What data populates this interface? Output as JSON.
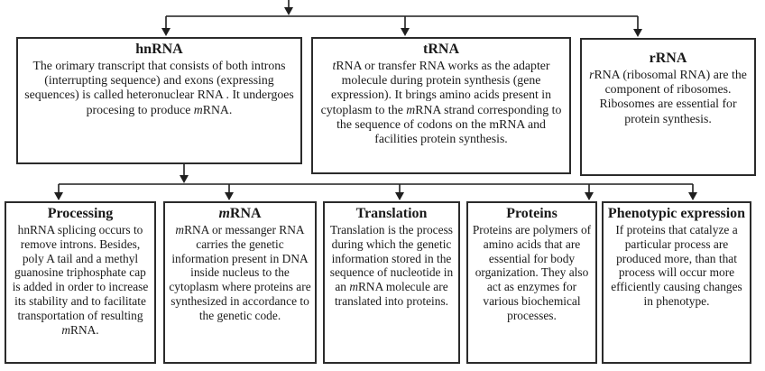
{
  "colors": {
    "line": "#1f1f1f",
    "border": "#2b2b2b",
    "text": "#1a1a1a",
    "background": "#ffffff"
  },
  "diagram": {
    "top_boxes": [
      {
        "title": [
          {
            "t": "hnRNA"
          }
        ],
        "body": [
          {
            "t": "The orimary transcript that consists of both introns (interrupting sequence) and exons (expressing sequences) is called heteronuclear RNA . It undergoes procesing to produce "
          },
          {
            "t": "m",
            "i": true
          },
          {
            "t": "RNA."
          }
        ]
      },
      {
        "title": [
          {
            "t": "tRNA"
          }
        ],
        "body": [
          {
            "t": "t",
            "i": true
          },
          {
            "t": "RNA or transfer RNA works as the adapter molecule during protein synthesis (gene expression). It brings amino acids present in cytoplasm to the "
          },
          {
            "t": "m",
            "i": true
          },
          {
            "t": "RNA strand corresponding to the sequence of codons on the mRNA and facilities protein synthesis."
          }
        ]
      },
      {
        "title": [
          {
            "t": "rRNA"
          }
        ],
        "body": [
          {
            "t": "r",
            "i": true
          },
          {
            "t": "RNA (ribosomal RNA) are the component of ribosomes. Ribosomes are essential for protein synthesis."
          }
        ]
      }
    ],
    "bottom_boxes": [
      {
        "title": [
          {
            "t": "Processing"
          }
        ],
        "body": [
          {
            "t": "hnRNA splicing occurs to remove introns. Besides, poly A tail and a methyl guanosine triphosphate cap is added in order to increase its stability and to facilitate transportation of resulting "
          },
          {
            "t": "m",
            "i": true
          },
          {
            "t": "RNA."
          }
        ]
      },
      {
        "title": [
          {
            "t": "m",
            "i": true
          },
          {
            "t": "RNA"
          }
        ],
        "body": [
          {
            "t": "m",
            "i": true
          },
          {
            "t": "RNA or messanger RNA carries the genetic information present in DNA inside nucleus to the cytoplasm where proteins are synthesized in accordance to the genetic code."
          }
        ]
      },
      {
        "title": [
          {
            "t": "Translation"
          }
        ],
        "body": [
          {
            "t": "Translation is the process during which the genetic information stored in the sequence of nucleotide in an "
          },
          {
            "t": "m",
            "i": true
          },
          {
            "t": "RNA molecule are translated into proteins."
          }
        ]
      },
      {
        "title": [
          {
            "t": "Proteins"
          }
        ],
        "body": [
          {
            "t": "Proteins are polymers of amino acids that are essential for body organization. They also act as enzymes for various biochemical processes."
          }
        ]
      },
      {
        "title": [
          {
            "t": "Phenotypic expression"
          }
        ],
        "body": [
          {
            "t": "If proteins that catalyze a particular process are produced more, than that process will occur more efficiently causing changes in phenotype."
          }
        ]
      }
    ]
  }
}
